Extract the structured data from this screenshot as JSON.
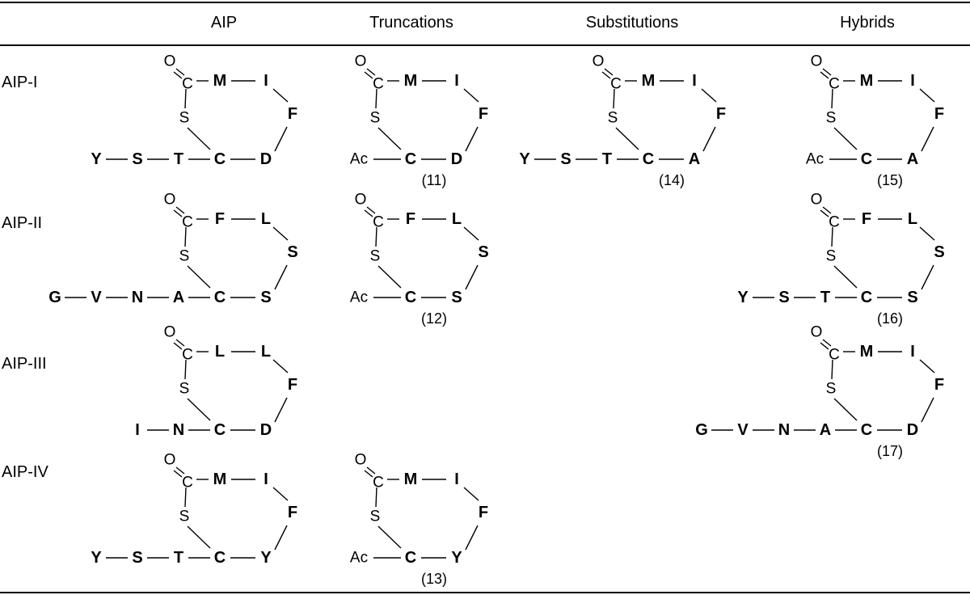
{
  "header": {
    "columns": [
      "AIP",
      "Truncations",
      "Substitutions",
      "Hybrids"
    ]
  },
  "rows": [
    {
      "label": "AIP-I",
      "cells": [
        {
          "col": 0,
          "ring": [
            "C",
            "D",
            "F",
            "I",
            "M"
          ],
          "tail": [
            "Y",
            "S",
            "T"
          ],
          "number": ""
        },
        {
          "col": 1,
          "ring": [
            "C",
            "D",
            "F",
            "I",
            "M"
          ],
          "tail": [
            "Ac"
          ],
          "number": "(11)"
        },
        {
          "col": 2,
          "ring": [
            "C",
            "A",
            "F",
            "I",
            "M"
          ],
          "tail": [
            "Y",
            "S",
            "T"
          ],
          "number": "(14)"
        },
        {
          "col": 3,
          "ring": [
            "C",
            "A",
            "F",
            "I",
            "M"
          ],
          "tail": [
            "Ac"
          ],
          "number": "(15)"
        }
      ]
    },
    {
      "label": "AIP-II",
      "cells": [
        {
          "col": 0,
          "ring": [
            "C",
            "S",
            "S",
            "L",
            "F"
          ],
          "tail": [
            "G",
            "V",
            "N",
            "A"
          ],
          "number": ""
        },
        {
          "col": 1,
          "ring": [
            "C",
            "S",
            "S",
            "L",
            "F"
          ],
          "tail": [
            "Ac"
          ],
          "number": "(12)"
        },
        {
          "col": 3,
          "ring": [
            "C",
            "S",
            "S",
            "L",
            "F"
          ],
          "tail": [
            "Y",
            "S",
            "T"
          ],
          "number": "(16)"
        }
      ]
    },
    {
      "label": "AIP-III",
      "cells": [
        {
          "col": 0,
          "ring": [
            "C",
            "D",
            "F",
            "L",
            "L"
          ],
          "tail": [
            "I",
            "N"
          ],
          "number": ""
        },
        {
          "col": 3,
          "ring": [
            "C",
            "D",
            "F",
            "I",
            "M"
          ],
          "tail": [
            "G",
            "V",
            "N",
            "A"
          ],
          "number": "(17)"
        }
      ]
    },
    {
      "label": "AIP-IV",
      "cells": [
        {
          "col": 0,
          "ring": [
            "C",
            "Y",
            "F",
            "I",
            "M"
          ],
          "tail": [
            "Y",
            "S",
            "T"
          ],
          "number": ""
        },
        {
          "col": 1,
          "ring": [
            "C",
            "Y",
            "F",
            "I",
            "M"
          ],
          "tail": [
            "Ac"
          ],
          "number": "(13)"
        }
      ]
    }
  ],
  "atoms": {
    "carbonyl_o": "O",
    "carbonyl_c": "C",
    "thioester_s": "S"
  }
}
